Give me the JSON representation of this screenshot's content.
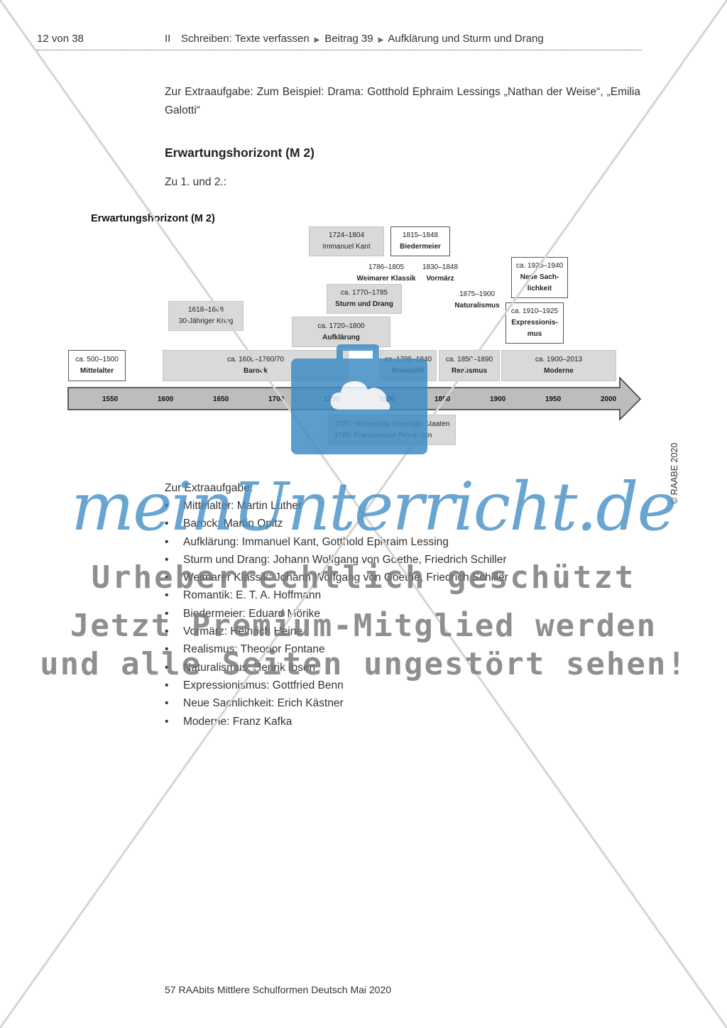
{
  "header": {
    "page": "12 von 38",
    "section": "II",
    "crumbs": [
      "Schreiben: Texte verfassen",
      "Beitrag 39",
      "Aufklärung und Sturm und Drang"
    ]
  },
  "intro": {
    "extra_text": "Zur Extraaufgabe: Zum Beispiel: Drama: Gotthold Ephraim Lessings „Nathan der Weise“, „Emilia Galotti“",
    "heading": "Erwartungshorizont (M 2)",
    "sub": "Zu 1. und 2.:"
  },
  "timeline": {
    "title": "Erwartungshorizont (M 2)",
    "ticks": [
      "1550",
      "1600",
      "1650",
      "1700",
      "1750",
      "1800",
      "1850",
      "1900",
      "1950",
      "2000"
    ],
    "epochs": {
      "mittelalter": {
        "date": "ca. 500–1500",
        "name": "Mittelalter"
      },
      "barock": {
        "date": "ca. 1600–1760/70",
        "name": "Barock"
      },
      "romantik": {
        "date": "ca. 1795–1840",
        "name": "Romantik"
      },
      "realismus": {
        "date": "ca. 1850–1890",
        "name": "Realismus"
      },
      "moderne": {
        "date": "ca. 1900–2013",
        "name": "Moderne"
      },
      "aufklaerung": {
        "date": "ca. 1720–1800",
        "name": "Aufklärung"
      },
      "sturm": {
        "date": "ca. 1770–1785",
        "name": "Sturm und Drang"
      },
      "weimar": {
        "date": "1786–1805",
        "name": "Weimarer Klassik"
      },
      "vormaerz": {
        "date": "1830–1848",
        "name": "Vormärz"
      },
      "naturalismus": {
        "date": "1875–1900",
        "name": "Naturalismus"
      },
      "biedermeier": {
        "date": "1815–1848",
        "name": "Biedermeier"
      },
      "neue_sachlichkeit": {
        "date": "ca. 1925–1940",
        "name": "Neue Sach-lichkeit"
      },
      "expressionismus": {
        "date": "ca. 1910–1925",
        "name": "Expressionis-mus"
      }
    },
    "events": {
      "krieg_date": "1618–1648",
      "krieg_name": "30-Jähriger Krieg",
      "kant_date": "1724–1804",
      "kant_name": "Immanuel Kant",
      "rev_line1": "1787: Verfassung Vereinigte Staaten",
      "rev_line2": "1789: Französische Revolution"
    }
  },
  "extra": {
    "title": "Zur Extraaufgabe:",
    "items": [
      "Mittelalter: Martin Luther",
      "Barock: Martin Opitz",
      "Aufklärung: Immanuel Kant, Gotthold Ephraim Lessing",
      "Sturm und Drang: Johann Wolfgang von Goethe, Friedrich Schiller",
      "Weimarer Klassik: Johann Wolfgang von Goethe, Friedrich Schiller",
      "Romantik: E. T. A. Hoffmann",
      "Biedermeier: Eduard Mörike",
      "Vormärz: Heinrich Heine",
      "Realismus: Theodor Fontane",
      "Naturalismus: Henrik Ibsen",
      "Expressionismus: Gottfried Benn",
      "Neue Sachlichkeit: Erich Kästner",
      "Moderne: Franz Kafka"
    ]
  },
  "side_copyright": "© RAABE 2020",
  "footer": "57 RAAbits Mittlere Schulformen Deutsch Mai 2020",
  "watermark": {
    "brand": "meinUnterricht.de",
    "line1": "Urheberrechtlich geschützt",
    "line2": "Jetzt Premium-Mitglied werden",
    "line3": "und alle Seiten ungestört sehen!"
  }
}
